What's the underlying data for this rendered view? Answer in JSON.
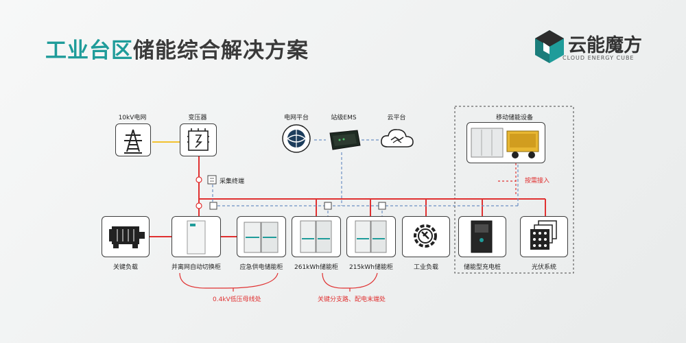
{
  "title": {
    "highlight": "工业台区",
    "rest": "储能综合解决方案"
  },
  "logo": {
    "name_cn": "云能魔方",
    "name_en": "CLOUD ENERGY CUBE"
  },
  "top_nodes": {
    "grid_10kv": "10kV电网",
    "transformer": "变压器",
    "grid_platform": "电网平台",
    "station_ems": "站级EMS",
    "cloud_platform": "云平台"
  },
  "collector": "采集终端",
  "mobile_storage": {
    "title": "移动储能设备",
    "connect": "按需接入"
  },
  "bottom_nodes": [
    {
      "id": "critical-load",
      "label": "关键负载"
    },
    {
      "id": "switch-cabinet",
      "label": "并离网自动切换柜"
    },
    {
      "id": "emergency-cabinet",
      "label": "应急供电储能柜"
    },
    {
      "id": "cabinet-261",
      "label": "261kWh储能柜"
    },
    {
      "id": "cabinet-215",
      "label": "215kWh储能柜"
    },
    {
      "id": "industrial-load",
      "label": "工业负载"
    },
    {
      "id": "charging-pile",
      "label": "储能型充电桩"
    },
    {
      "id": "pv-system",
      "label": "光伏系统"
    }
  ],
  "annotations": {
    "bus_04kv": "0.4kV低压母线处",
    "branch": "关键分支路、配电末端处"
  },
  "colors": {
    "accent": "#1f9c9a",
    "red_line": "#e03030",
    "blue_dash": "#6b8fc4",
    "yellow": "#f2c12e"
  }
}
